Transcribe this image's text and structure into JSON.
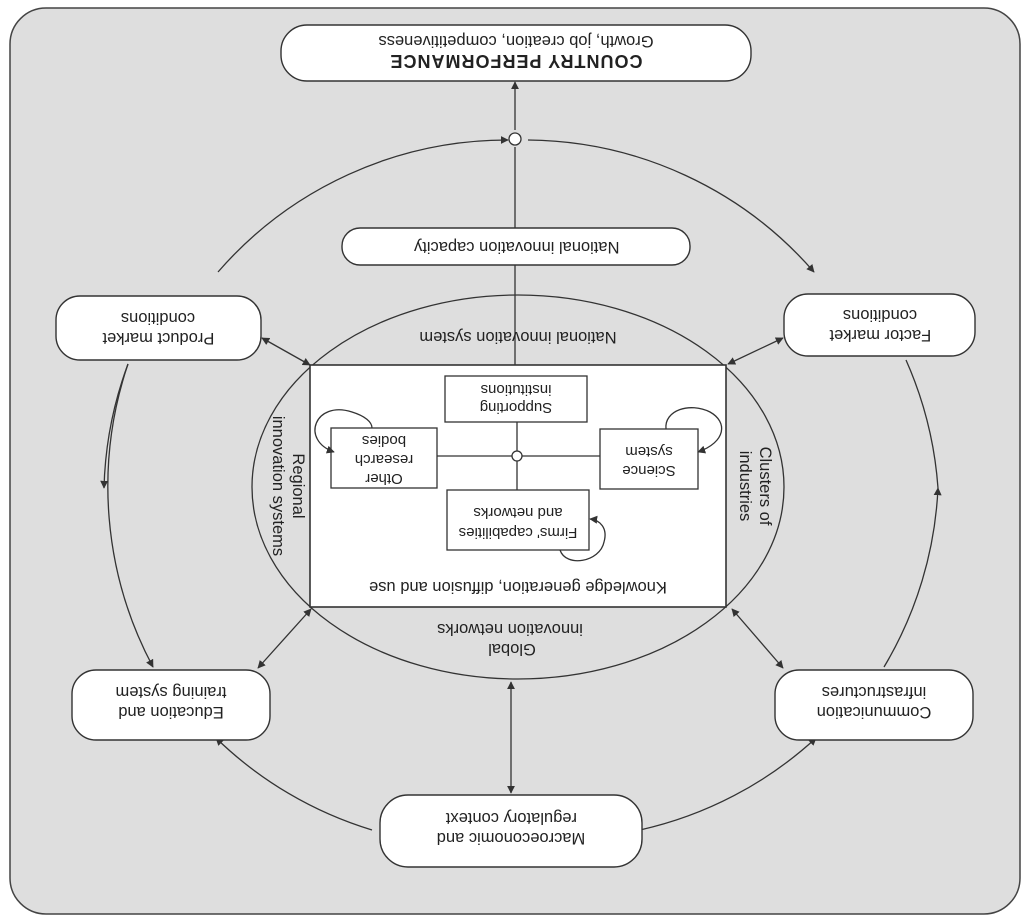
{
  "diagram": {
    "country_performance": {
      "title": "COUNTRY PERFORMANCE",
      "subtitle": "Growth, job creation, competitiveness"
    },
    "national_innovation_capacity": "National innovation capacity",
    "national_innovation_system": "National innovation system",
    "global_innovation_networks": [
      "Global",
      "innovation networks"
    ],
    "regional_innovation_systems": [
      "Regional",
      "innovation systems"
    ],
    "clusters_of_industries": [
      "Clusters of",
      "industries"
    ],
    "knowledge_generation": "Knowledge generation, diffusion and use",
    "supporting_institutions": [
      "Supporting",
      "institutions"
    ],
    "other_research_bodies": [
      "Other",
      "research",
      "bodies"
    ],
    "science_system": [
      "Science",
      "system"
    ],
    "firms_capabilities": [
      "Firms' capabilities",
      "and networks"
    ],
    "product_market": [
      "Product market",
      "conditions"
    ],
    "factor_market": [
      "Factor market",
      "conditions"
    ],
    "education_training": [
      "Education and",
      "training system"
    ],
    "communication_infrastructures": [
      "Communication",
      "infrastructures"
    ],
    "macroeconomic_context": [
      "Macroeconomic and",
      "regulatory context"
    ]
  },
  "colors": {
    "background": "#dedede",
    "box_fill": "#ffffff",
    "stroke": "#333333"
  }
}
